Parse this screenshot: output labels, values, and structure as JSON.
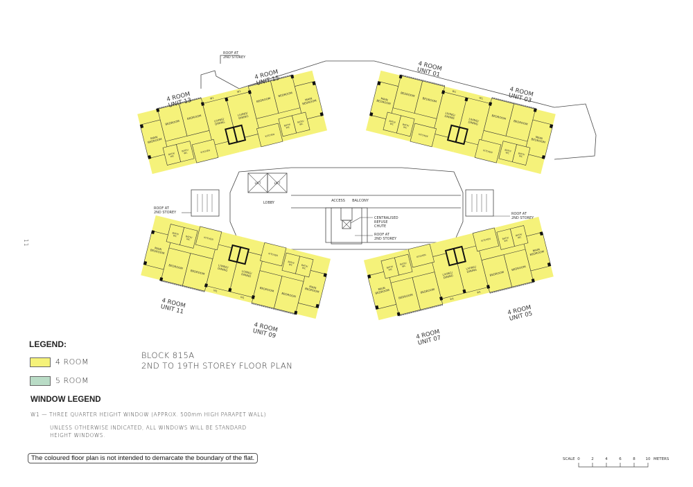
{
  "page_number": "11",
  "title": {
    "block": "BLOCK 815A",
    "subtitle": "2ND TO 19TH STOREY FLOOR PLAN"
  },
  "legend": {
    "title": "LEGEND:",
    "items": [
      {
        "label": "4 ROOM",
        "color": "#f5f27a"
      },
      {
        "label": "5 ROOM",
        "color": "#b9dcc6"
      }
    ]
  },
  "window_legend": {
    "title": "WINDOW LEGEND",
    "w1": "W1  —  THREE QUARTER HEIGHT WINDOW (APPROX. 500mm HIGH PARAPET WALL)",
    "note": "UNLESS OTHERWISE INDICATED, ALL WINDOWS WILL BE STANDARD HEIGHT WINDOWS."
  },
  "disclaimer": "The coloured floor plan is not intended to demarcate the boundary of the flat.",
  "scale": {
    "label": "SCALE",
    "ticks": [
      "0",
      "2",
      "4",
      "6",
      "8",
      "10"
    ],
    "unit": "METERS"
  },
  "units": [
    {
      "type": "4 ROOM",
      "name": "UNIT 13"
    },
    {
      "type": "4 ROOM",
      "name": "UNIT 15"
    },
    {
      "type": "4 ROOM",
      "name": "UNIT 01"
    },
    {
      "type": "4 ROOM",
      "name": "UNIT 03"
    },
    {
      "type": "4 ROOM",
      "name": "UNIT 11"
    },
    {
      "type": "4 ROOM",
      "name": "UNIT 09"
    },
    {
      "type": "4 ROOM",
      "name": "UNIT 07"
    },
    {
      "type": "4 ROOM",
      "name": "UNIT 05"
    }
  ],
  "unit_rooms": [
    "MAIN BEDROOM",
    "BEDROOM",
    "BEDROOM",
    "LIVING/ DINING",
    "BATH/ WC",
    "BATH/ WC",
    "KITCHEN"
  ],
  "window_tag": "W1",
  "core": {
    "lift": "LIFT",
    "lobby": "LOBBY",
    "access": "ACCESS",
    "balcony": "BALCONY",
    "refuse_chute": "CENTRALISED REFUSE CHUTE",
    "roof": "ROOF AT 2ND STOREY"
  },
  "colors": {
    "four_room": "#f5f27a",
    "wall": "#111111",
    "line": "#333333"
  }
}
